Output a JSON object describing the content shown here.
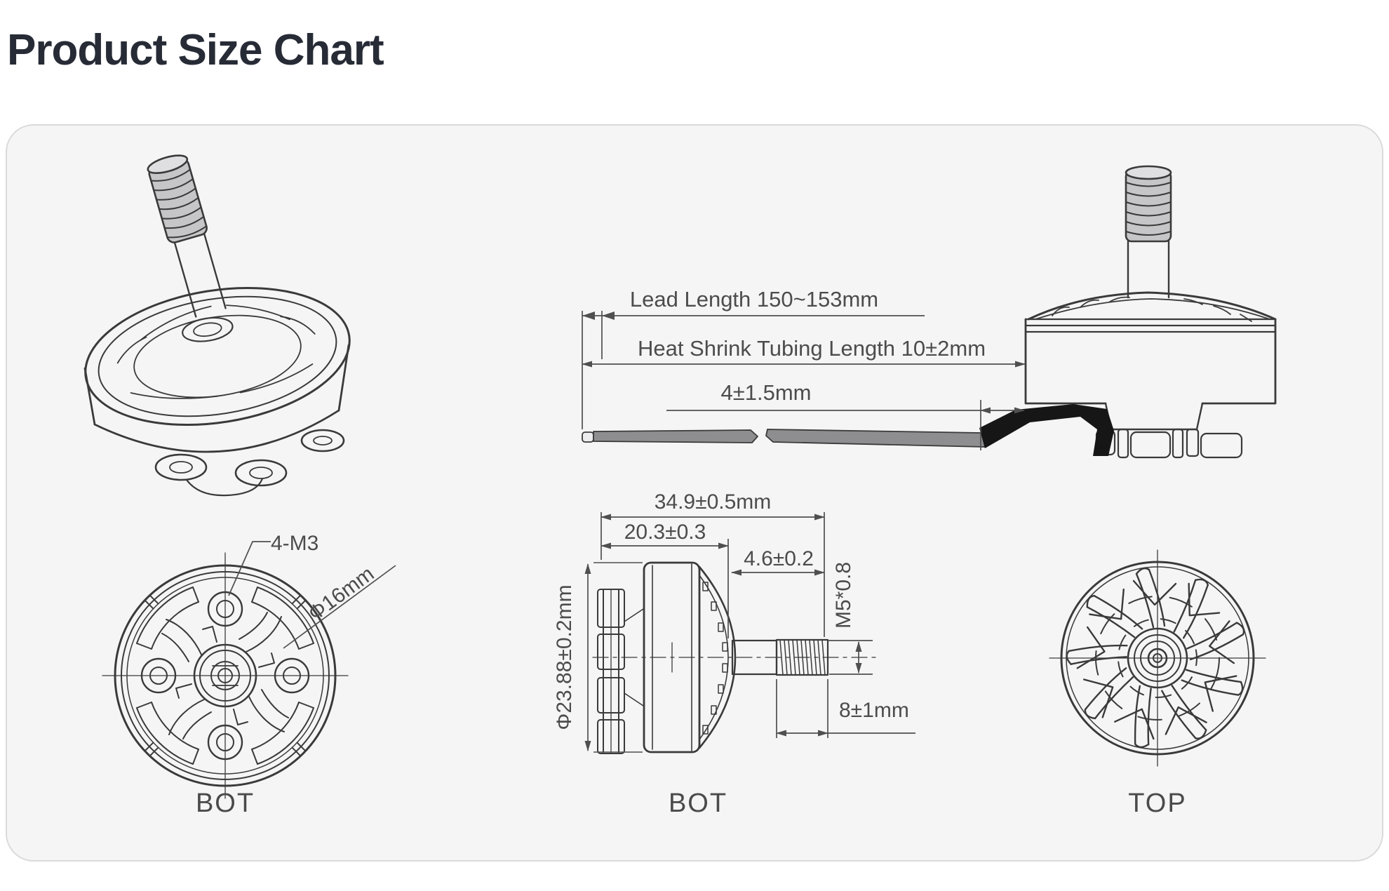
{
  "title": "Product Size Chart",
  "labels": {
    "bottom_face_view": "BOT",
    "side_section_view": "BOT",
    "top_face_view": "TOP"
  },
  "dims": {
    "lead_length": "Lead Length 150~153mm",
    "heat_shrink": "Heat Shrink Tubing Length 10±2mm",
    "wire_exposed": "4±1.5mm",
    "total_width": "34.9±0.5mm",
    "body_width": "20.3±0.3",
    "shaft_step": "4.6±0.2",
    "thread_spec": "M5*0.8",
    "bell_diameter": "Φ23.88±0.2mm",
    "thread_length": "8±1mm",
    "screw_pattern": "4-M3",
    "bolt_circle": "Φ16mm"
  },
  "colors": {
    "title_text": "#272b36",
    "card_background": "#f5f5f6",
    "card_border": "#dadadc",
    "line_art": "#3a3a3a",
    "dimension_text": "#4c4c4c",
    "wire_fill": "#8e8e90",
    "tubing_fill": "#161616"
  }
}
